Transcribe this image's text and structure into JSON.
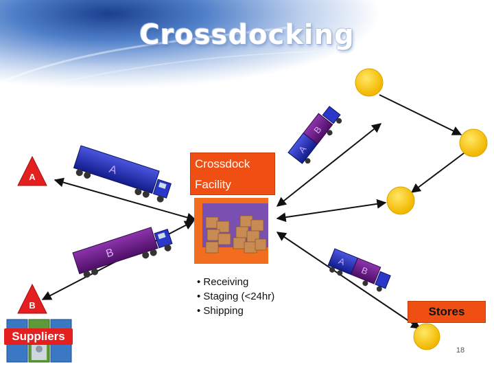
{
  "title": "Crossdocking",
  "facility": {
    "line1": "Crossdock",
    "line2": "Facility"
  },
  "steps": [
    "• Receiving",
    "• Staging (<24hr)",
    "• Shipping"
  ],
  "stores_label": "Stores",
  "suppliers_label": "Suppliers",
  "supplier_a": "A",
  "supplier_b": "B",
  "page_number": "18",
  "trucks": {
    "truck_a_inbound": "A",
    "truck_b_inbound": "B",
    "truck_outbound_top": [
      "B",
      "A"
    ],
    "truck_outbound_bottom": [
      "A",
      "B"
    ]
  },
  "colors": {
    "accent": "#f04f14",
    "supplier": "#e41f1f",
    "store": "#f7c400",
    "truck_blue": "#2233cc",
    "truck_purple": "#6a1a88"
  },
  "icons": [
    "truck-icon",
    "boxes-icon",
    "store-icon",
    "supplier-icon"
  ]
}
